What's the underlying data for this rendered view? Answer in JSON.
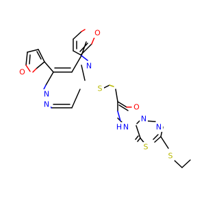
{
  "structure_name": "",
  "colors": {
    "carbon": "#000000",
    "nitrogen": "#0000ff",
    "oxygen": "#ff0000",
    "sulfur": "#b8b800",
    "background": "#ffffff"
  },
  "labels": {
    "furan_top_O": "O",
    "furan_left_O": "O",
    "triazine_N_top": "N",
    "triazine_N_left1": "N",
    "triazine_N_left2": "N",
    "thioether_S": "S",
    "carbonyl_O": "O",
    "amide_NH": "N",
    "amide_H": "H",
    "thiadiazole_N_top": "N",
    "thiadiazole_N_right": "N",
    "thiadiazole_S": "S",
    "ethylthio_S": "S"
  }
}
